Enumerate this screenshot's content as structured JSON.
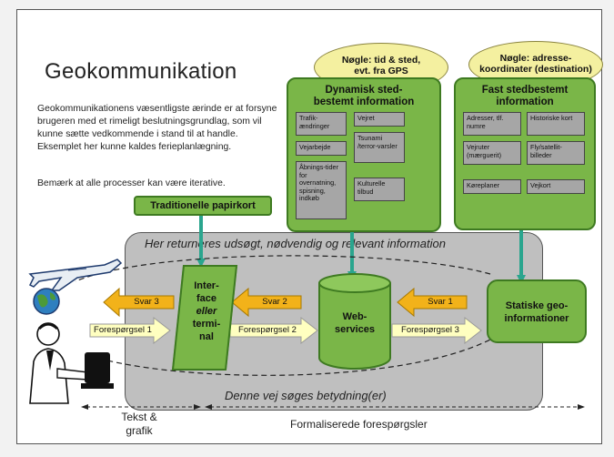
{
  "title": "Geokommunikation",
  "intro": "Geokommunikationens væsentligste ærinde er at forsyne brugeren med et rimeligt beslutningsgrundlag, som vil kunne sætte vedkommende i stand til at handle. Eksemplet her kunne kaldes ferieplanlægning.",
  "note": "Bemærk at alle processer kan være iterative.",
  "ellipse_left": {
    "line1": "Nøgle: tid & sted,",
    "line2": "evt. fra GPS"
  },
  "ellipse_right": {
    "line1": "Nøgle: adresse-",
    "line2": "koordinater (destination)"
  },
  "dynamic": {
    "heading1": "Dynamisk sted-",
    "heading2": "bestemt information",
    "cells": [
      "Trafik-ændringer",
      "Vejret",
      "Vejarbejde",
      "Tsunami /terror-varsler",
      "Åbnings-tider for overnatning, spisning, indkøb",
      "Kulturelle tilbud"
    ]
  },
  "fixed": {
    "heading1": "Fast stedbestemt",
    "heading2": "information",
    "cells": [
      "Adresser, tlf. numre",
      "Historiske kort",
      "Vejruter (mærguerit)",
      "Fly/satellit-billeder",
      "Køreplaner",
      "Vejkort"
    ]
  },
  "paper_map": "Traditionelle papirkort",
  "return_text": "Her returneres udsøgt, nødvendig og relevant information",
  "search_text": "Denne vej søges betydning(er)",
  "interface": [
    "Inter-",
    "face",
    "eller",
    "termi-",
    "nal"
  ],
  "web": [
    "Web-",
    "services"
  ],
  "static": [
    "Statiske geo-",
    "informationer"
  ],
  "svar": [
    "Svar 3",
    "Svar 2",
    "Svar 1"
  ],
  "queries": [
    "Forespørgsel 1",
    "Forespørgsel 2",
    "Forespørgsel 3"
  ],
  "bottom_left": [
    "Tekst &",
    "grafik"
  ],
  "bottom_right": "Formaliserede forespørgsler",
  "colors": {
    "green": "#7ab648",
    "gray": "#bfbfbf",
    "arrow_orange": "#f2b21a",
    "connector_teal": "#2aa58e",
    "ellipse_yellow": "#f4f0a0"
  }
}
